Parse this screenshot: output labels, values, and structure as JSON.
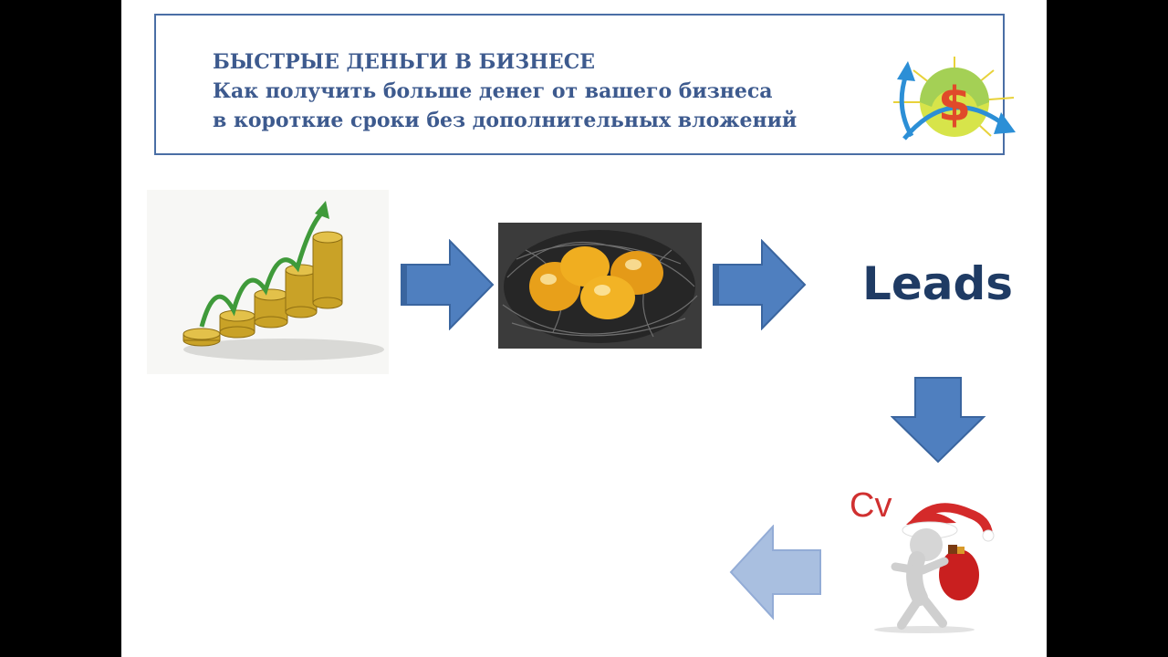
{
  "header": {
    "title": "БЫСТРЫЕ ДЕНЬГИ В БИЗНЕСЕ",
    "subtitle_line1": "Как получить больше денег от вашего бизнеса",
    "subtitle_line2": "в короткие сроки без дополнительных вложений"
  },
  "flow": {
    "leads_label": "Leads",
    "cv_label": "Cv"
  },
  "colors": {
    "header_text": "#3d5a8e",
    "header_border": "#4a6ea5",
    "arrow_fill": "#4f7fbf",
    "arrow_faded": "#a9bfe0",
    "leads_text": "#1f3b64",
    "cv_text": "#d03030"
  },
  "icons": [
    "dollar-logo-icon",
    "coin-stack-growth-image",
    "golden-eggs-nest-image",
    "santa-sack-runner-image"
  ]
}
